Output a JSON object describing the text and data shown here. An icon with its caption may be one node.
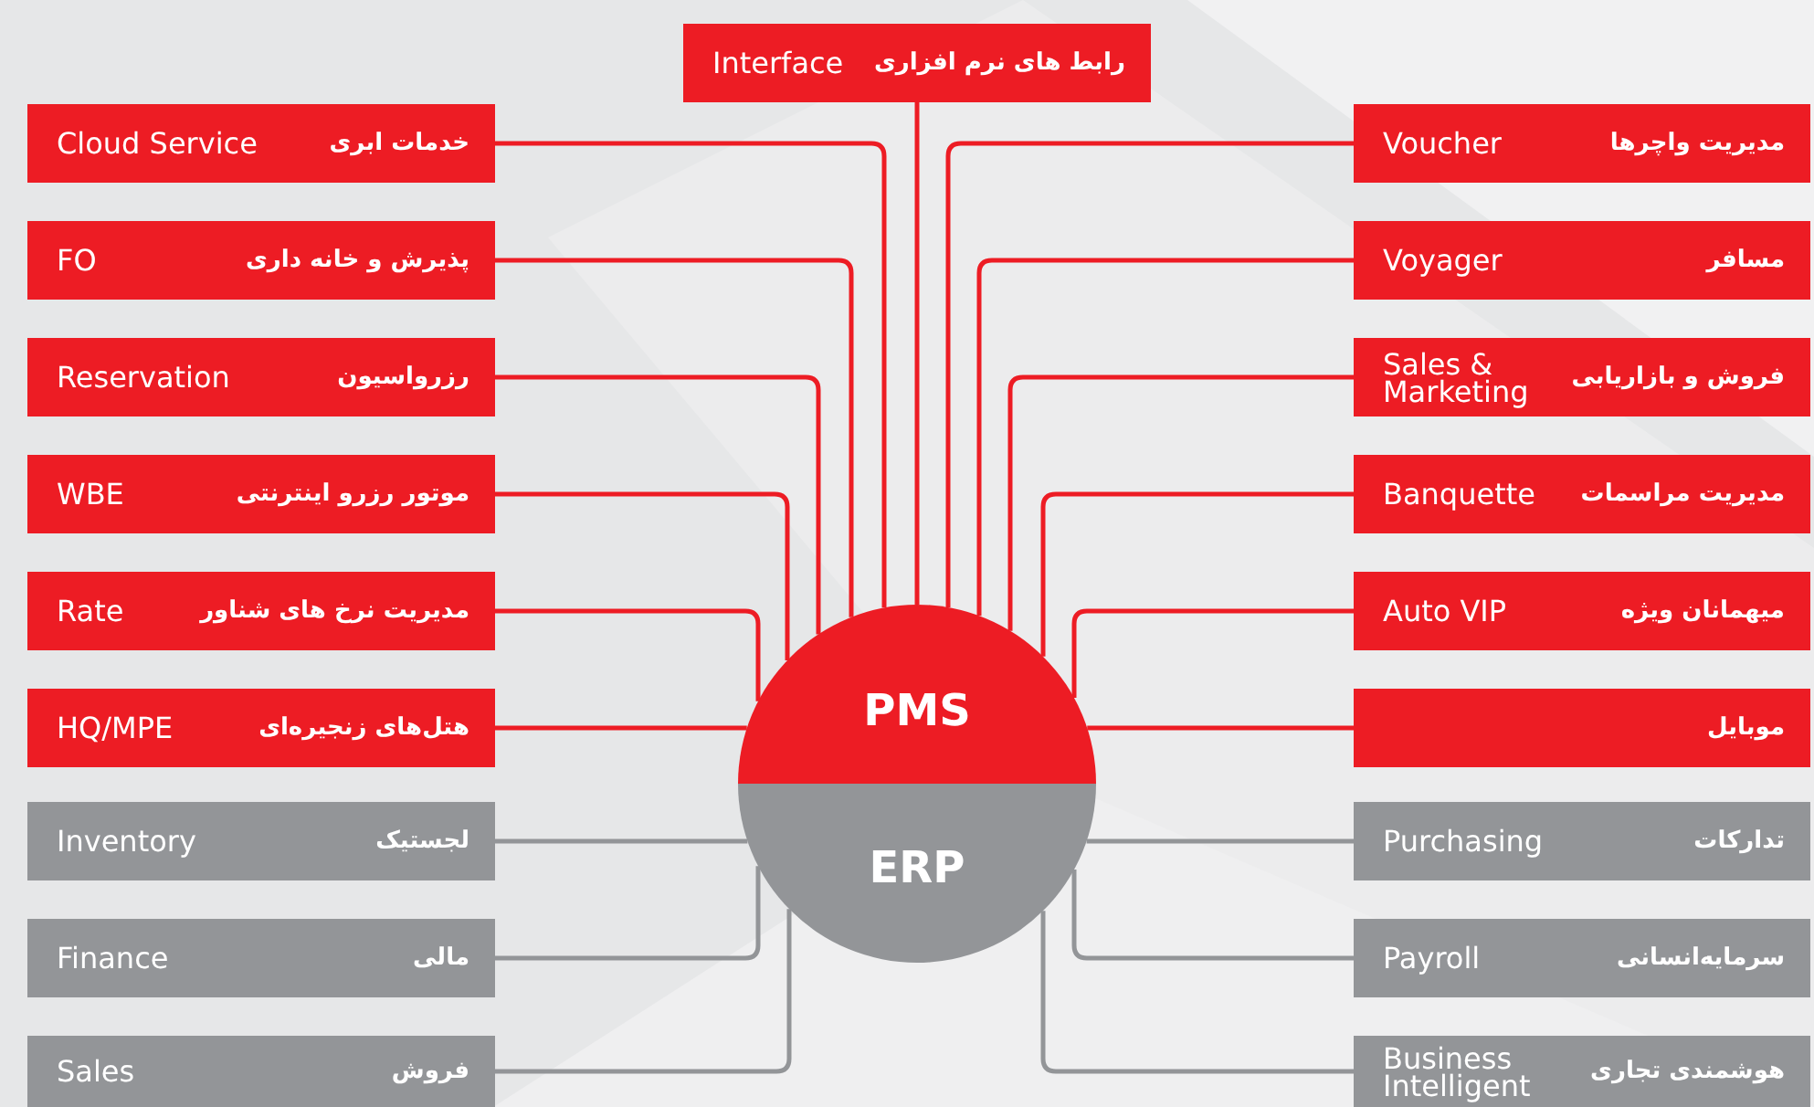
{
  "diagram": {
    "nodes": [
      {
        "text": [
          "رابط های نرم افزاری",
          "Interface"
        ]
      },
      {
        "text": [
          "خدمات ابری",
          "Cloud Service"
        ]
      },
      {
        "text": [
          "پذیرش و خانه داری",
          "FO"
        ]
      },
      {
        "text": [
          "رزرواسیون",
          "Reservation"
        ]
      },
      {
        "text": [
          "موتور رزرو اینترنتی",
          "WBE"
        ]
      },
      {
        "text": [
          "مدیریت نرخ های شناور",
          "Rate"
        ]
      },
      {
        "text": [
          "هتل‌های زنجیره‌ای",
          "HQ/MPE"
        ]
      },
      {
        "text": [
          "لجستیک",
          "Inventory"
        ]
      },
      {
        "text": [
          "مالی",
          "Finance"
        ]
      },
      {
        "text": [
          "فروش",
          "Sales"
        ]
      },
      {
        "text": [
          "مدیریت واچرها",
          "Voucher"
        ]
      },
      {
        "text": [
          "مسافر",
          "Voyager"
        ]
      },
      {
        "text": [
          "فروش و بازاریابی",
          "Sales & Marketing"
        ]
      },
      {
        "text": [
          "مدیریت مراسمات",
          "Banquette"
        ]
      },
      {
        "text": [
          "میهمانان ویژه",
          "Auto VIP"
        ]
      },
      {
        "text": [
          "موبایل"
        ]
      },
      {
        "text": [
          "تدارکات",
          "Purchasing"
        ]
      },
      {
        "text": [
          "سرمایه‌انسانی",
          "Payroll"
        ]
      },
      {
        "text": [
          "هوشمندی تجاری",
          "Business Intelligent"
        ]
      },
      {
        "text": [
          "PMS"
        ]
      },
      {
        "text": [
          "ERP"
        ]
      }
    ],
    "edges": [
      {
        "from": 0,
        "to": 19,
        "arrow": "none"
      },
      {
        "from": 1,
        "to": 19,
        "arrow": "none"
      },
      {
        "from": 2,
        "to": 19,
        "arrow": "none"
      },
      {
        "from": 3,
        "to": 19,
        "arrow": "none"
      },
      {
        "from": 4,
        "to": 19,
        "arrow": "none"
      },
      {
        "from": 5,
        "to": 19,
        "arrow": "none"
      },
      {
        "from": 6,
        "to": 19,
        "arrow": "none"
      },
      {
        "from": 7,
        "to": 20,
        "arrow": "none",
        "color": "#939598"
      },
      {
        "from": 8,
        "to": 20,
        "arrow": "none",
        "color": "#939598"
      },
      {
        "from": 9,
        "to": 20,
        "arrow": "none",
        "color": "#939598"
      },
      {
        "from": 10,
        "to": 19,
        "arrow": "none"
      },
      {
        "from": 11,
        "to": 19,
        "arrow": "none"
      },
      {
        "from": 12,
        "to": 19,
        "arrow": "none"
      },
      {
        "from": 13,
        "to": 19,
        "arrow": "none"
      },
      {
        "from": 14,
        "to": 19,
        "arrow": "none"
      },
      {
        "from": 15,
        "to": 19,
        "arrow": "none"
      },
      {
        "from": 16,
        "to": 20,
        "arrow": "none",
        "color": "#939598"
      },
      {
        "from": 17,
        "to": 20,
        "arrow": "none",
        "color": "#939598"
      },
      {
        "from": 18,
        "to": 20,
        "arrow": "none",
        "color": "#939598"
      }
    ]
  }
}
